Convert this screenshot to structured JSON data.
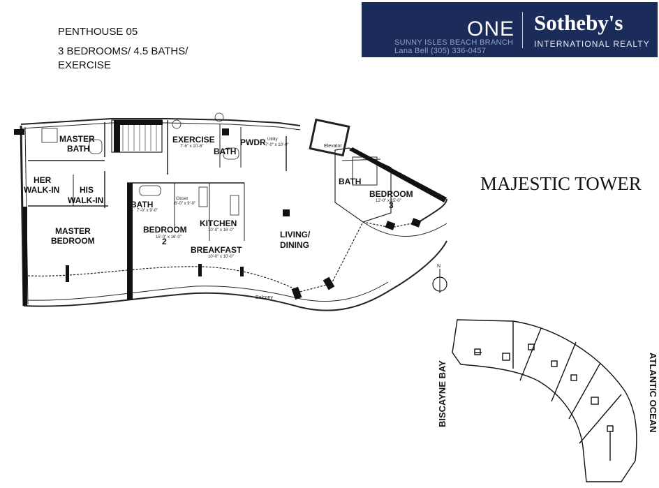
{
  "header": {
    "unit": "PENTHOUSE 05",
    "desc_line1": "3 BEDROOMS/ 4.5 BATHS/",
    "desc_line2": "EXERCISE"
  },
  "banner": {
    "project": "ONE",
    "branch": "SUNNY ISLES BEACH BRANCH",
    "agent": "Lana Bell (305) 336-0457",
    "brand": "Sotheby's",
    "brand_sub": "INTERNATIONAL REALTY",
    "bg_color": "#1c2c5a"
  },
  "tower_name": "MAJESTIC TOWER",
  "compass": {
    "label": "N"
  },
  "rooms": {
    "master_bath_1": "MASTER",
    "master_bath_2": "BATH",
    "exercise": "EXERCISE",
    "exercise_dim": "7'-6\" x 10'-6\"",
    "bath_center": "BATH",
    "pwdr": "PWDR",
    "utility": "Utility",
    "utility_dim": "7'-0\" x 10'-0\"",
    "elevator": "Elevator",
    "her_walkin_1": "HER",
    "her_walkin_2": "WALK-IN",
    "his_walkin_1": "HIS",
    "his_walkin_2": "WALK-IN",
    "bath_2": "BATH",
    "bath_2_dim": "7'-0\" x 9'-0\"",
    "closet": "Closet",
    "closet_dim": "6'-0\" x 9'-0\"",
    "kitchen": "KITCHEN",
    "kitchen_dim": "10'-0\" x 16'-0\"",
    "bath_3": "BATH",
    "bedroom3": "BEDROOM",
    "bedroom3_dim": "12'-0\" x 15'-0\"",
    "bedroom3_num": "3",
    "master_bedroom_1": "MASTER",
    "master_bedroom_2": "BEDROOM",
    "bedroom2": "BEDROOM",
    "bedroom2_dim": "15'-0\" x 16'-0\"",
    "bedroom2_num": "2",
    "living_1": "LIVING/",
    "living_2": "DINING",
    "breakfast": "BREAKFAST",
    "breakfast_dim": "10'-0\" x 10'-0\"",
    "balcony": "Balcony"
  },
  "site_plan": {
    "west_label": "BISCAYNE BAY",
    "east_label": "ATLANTIC OCEAN"
  }
}
